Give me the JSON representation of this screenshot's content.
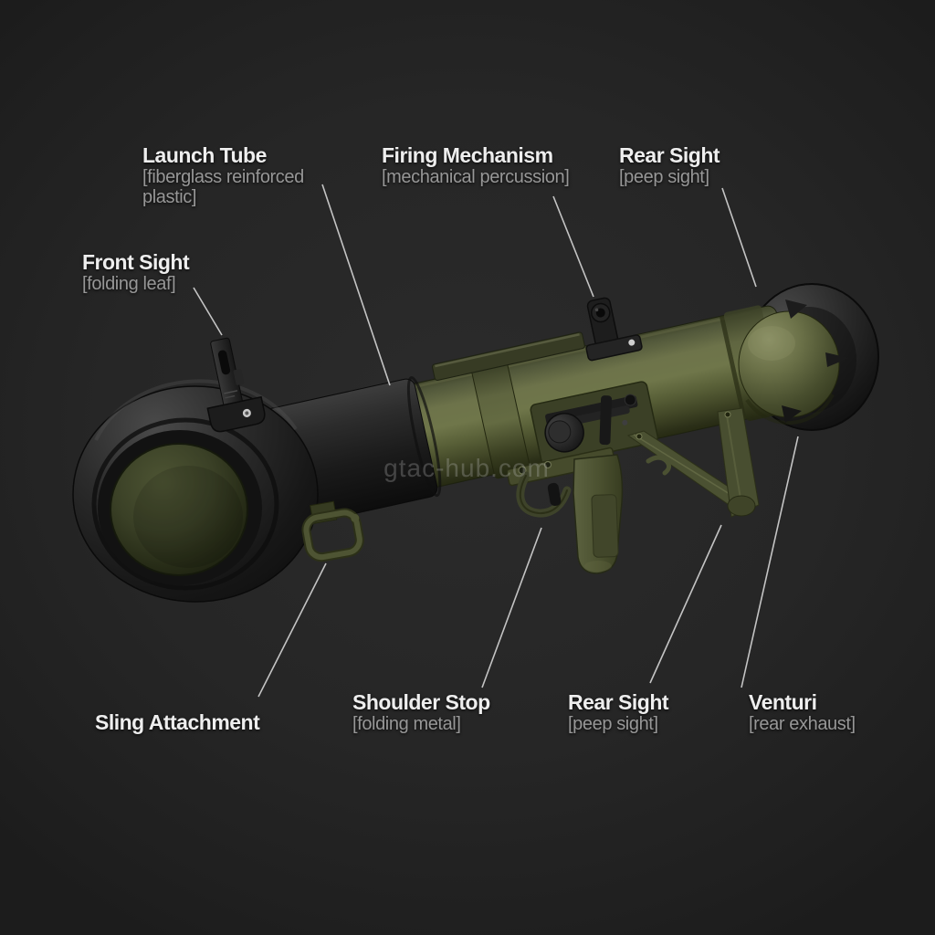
{
  "diagram": {
    "watermark": "gtac-hub.com",
    "labels": [
      {
        "part": "launch-tube",
        "title": "Launch Tube",
        "spec": "[fiberglass reinforced plastic]"
      },
      {
        "part": "firing-mechanism",
        "title": "Firing Mechanism",
        "spec": "[mechanical percussion]"
      },
      {
        "part": "rear-sight-top",
        "title": "Rear Sight",
        "spec": "[peep sight]"
      },
      {
        "part": "front-sight",
        "title": "Front Sight",
        "spec": "[folding leaf]"
      },
      {
        "part": "sling-attachment",
        "title": "Sling Attachment",
        "spec": ""
      },
      {
        "part": "shoulder-stop",
        "title": "Shoulder Stop",
        "spec": "[folding metal]"
      },
      {
        "part": "rear-sight-bottom",
        "title": "Rear Sight",
        "spec": "[peep sight]"
      },
      {
        "part": "venturi",
        "title": "Venturi",
        "spec": "[rear exhaust]"
      }
    ],
    "colors": {
      "background": "#262626",
      "label_title": "#eeeeee",
      "label_spec": "#979797",
      "leader_line": "#d2d2d2",
      "tube_olive": "#5d6439",
      "hardware_black": "#1a1a1a"
    }
  }
}
